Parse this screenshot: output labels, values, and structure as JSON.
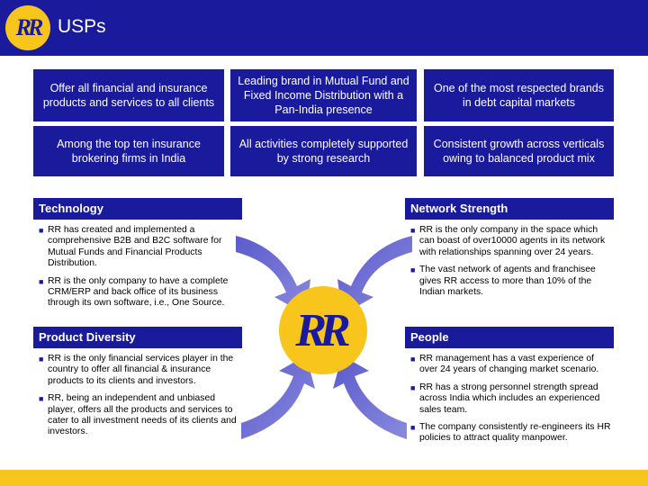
{
  "header": {
    "title": "USPs",
    "logo": "RR"
  },
  "usps": [
    {
      "text": "Offer all financial and insurance products and services to all clients"
    },
    {
      "text": "Leading brand in Mutual Fund and Fixed Income Distribution with a Pan-India presence"
    },
    {
      "text": "One of the most respected brands in debt capital markets"
    },
    {
      "text": "Among the top ten insurance brokering firms in India"
    },
    {
      "text": "All activities completely supported by strong research"
    },
    {
      "text": "Consistent growth across verticals owing to balanced product mix"
    }
  ],
  "sections": {
    "technology": {
      "title": "Technology",
      "bullets": [
        "RR has created and implemented a comprehensive B2B and B2C software for Mutual Funds and Financial Products Distribution.",
        "RR is the only company to have a complete CRM/ERP and back office of its business through its own software, i.e., One Source."
      ]
    },
    "network": {
      "title": "Network Strength",
      "bullets": [
        "RR is the only company in the space which can boast of over10000 agents in its network with relationships spanning over 24 years.",
        "The vast network of agents and franchisee gives RR access to more than 10% of the Indian markets."
      ]
    },
    "product": {
      "title": "Product Diversity",
      "bullets": [
        "RR is the only financial services player in the country to offer all financial & insurance products to its clients and investors.",
        "RR, being an independent and unbiased player, offers all the products and services to cater to all investment needs of its clients and investors."
      ]
    },
    "people": {
      "title": "People",
      "bullets": [
        "RR management has a vast experience of over 24 years of changing market scenario.",
        "RR has a strong personnel strength spread across India which includes an experienced sales team.",
        "The company consistently re-engineers its HR policies to attract quality manpower."
      ]
    }
  },
  "center_logo": "RR",
  "colors": {
    "primary": "#1a1a9c",
    "accent": "#f7c51b",
    "arrow": "#6a6ad0"
  }
}
